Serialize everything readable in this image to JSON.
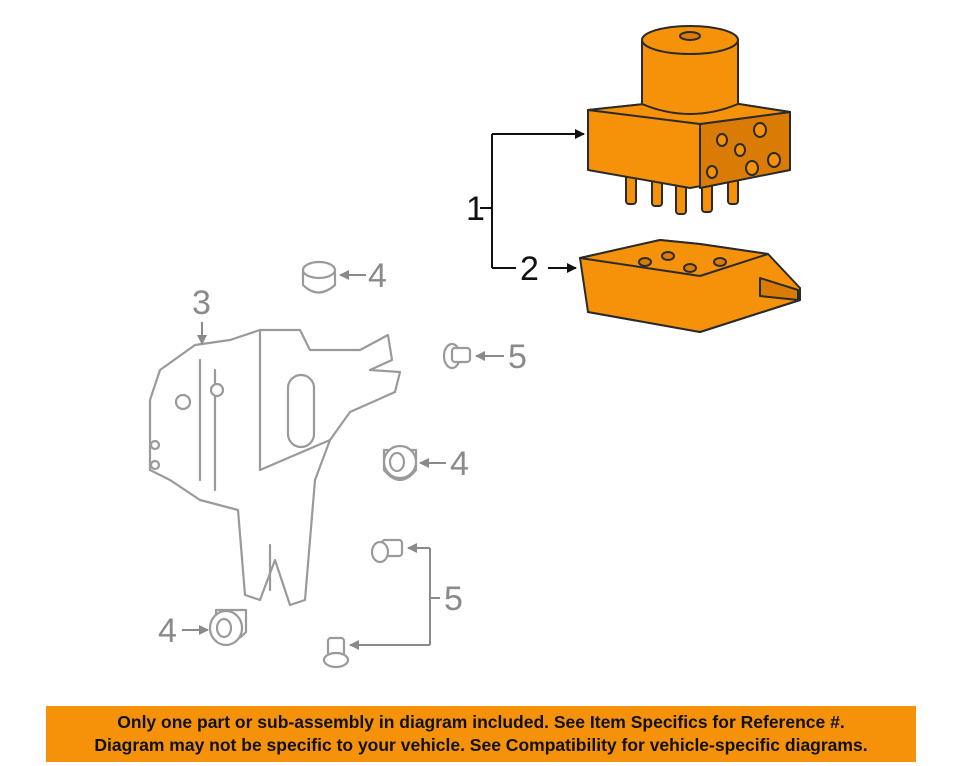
{
  "callouts": {
    "c1": "1",
    "c2": "2",
    "c3": "3",
    "c4a": "4",
    "c4b": "4",
    "c4c": "4",
    "c5a": "5",
    "c5b": "5"
  },
  "banner": {
    "line1": "Only one part or sub-assembly in diagram included. See Item Specifics for Reference #.",
    "line2": "Diagram may not be specific to your vehicle. See Compatibility for vehicle-specific diagrams."
  },
  "colors": {
    "highlight": "#f5920a",
    "ghost": "#9a9a9a",
    "callout_dark": "#111111"
  }
}
